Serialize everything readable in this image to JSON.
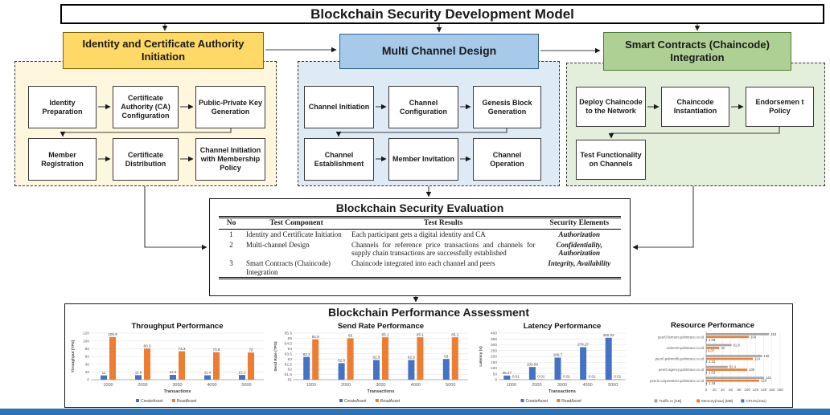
{
  "main_title": "Blockchain Security Development Model",
  "sections": [
    {
      "title": "Identity and Certificate Authority Initiation",
      "boxes": [
        "Identity Preparation",
        "Certificate Authority (CA) Configuration",
        "Public-Private Key Generation",
        "Member Registration",
        "Certificate Distribution",
        "Channel Initiation with Membership Policy"
      ]
    },
    {
      "title": "Multi Channel Design",
      "boxes": [
        "Channel Initiation",
        "Channel Configuration",
        "Genesis Block Generation",
        "Channel Establishment",
        "Member Invitation",
        "Channel Operation"
      ]
    },
    {
      "title": "Smart Contracts (Chaincode) Integration",
      "boxes": [
        "Deploy Chaincode to the Network",
        "Chaincode Instantiation",
        "Endorsemen t Policy",
        "Test Functionality on Channels"
      ]
    }
  ],
  "evaluation": {
    "title": "Blockchain Security Evaluation",
    "columns": [
      "No",
      "Test Component",
      "Test Results",
      "Security Elements"
    ],
    "rows": [
      {
        "no": "1",
        "component": "Identity and Certificate Initiation",
        "results": "Each participant gets a digital identity and CA",
        "elements": "Authorization"
      },
      {
        "no": "2",
        "component": "Multi-channel Design",
        "results": "Channels for reference price transactions and channels for supply chain transactions are successfully established",
        "elements": "Confidentiality, Authorization"
      },
      {
        "no": "3",
        "component": "Smart Contracts (Chaincode) Integration",
        "results": "Chaincode integrated into each channel and peers",
        "elements": "Integrity, Availability"
      }
    ]
  },
  "performance_title": "Blockchain Performance Assessment",
  "colors": {
    "create_asset": "#4472C4",
    "read_asset": "#ED7D31",
    "traffic": "#A5A5A5",
    "yellow_header": "#FFD966",
    "blue_header": "#A7C9EA",
    "green_header": "#AFD095",
    "bottom_strip": "#2E74B5"
  },
  "chart_data": [
    {
      "type": "bar",
      "title": "Throughput Performance",
      "xlabel": "Transactions",
      "ylabel": "Throughput (TPS)",
      "ylim": [
        0,
        120
      ],
      "ytick": 20,
      "categories": [
        "1000",
        "2000",
        "3000",
        "4000",
        "5000"
      ],
      "series": [
        {
          "name": "CreateAsset",
          "color": "#4472C4",
          "values": [
            11,
            11.8,
            12.4,
            11.4,
            12.1
          ]
        },
        {
          "name": "ReadAsset",
          "color": "#ED7D31",
          "values": [
            109.9,
            80.3,
            73.3,
            70.8,
            70
          ]
        }
      ],
      "legend_position": "bottom",
      "grid": true
    },
    {
      "type": "bar",
      "title": "Send Rate Performance",
      "xlabel": "Transactions",
      "ylabel": "Send Rate (TPS)",
      "ylim": [
        61,
        65.5
      ],
      "ytick": 0.5,
      "categories": [
        "1000",
        "2000",
        "3000",
        "4000",
        "5000"
      ],
      "series": [
        {
          "name": "CreateAsset",
          "color": "#4472C4",
          "values": [
            63.2,
            62.6,
            62.9,
            62.9,
            63
          ]
        },
        {
          "name": "ReadAsset",
          "color": "#ED7D31",
          "values": [
            64.9,
            65,
            65.1,
            65.1,
            65.1
          ]
        }
      ],
      "legend_position": "bottom",
      "grid": true
    },
    {
      "type": "bar",
      "title": "Latency Performance",
      "xlabel": "Transactions",
      "ylabel": "Latency (s)",
      "ylim": [
        0,
        400
      ],
      "ytick": 50,
      "categories": [
        "1000",
        "2000",
        "3000",
        "4000",
        "5000"
      ],
      "series": [
        {
          "name": "CreateAsset",
          "color": "#4472C4",
          "values": [
            35.47,
            109.08,
            189.7,
            279.27,
            360.02
          ]
        },
        {
          "name": "ReadAsset",
          "color": "#ED7D31",
          "values": [
            0.01,
            0.01,
            0.01,
            0.01,
            0.01
          ]
        }
      ],
      "legend_position": "bottom",
      "grid": true
    },
    {
      "type": "hbar",
      "title": "Resource Performance",
      "xlim": [
        0,
        180
      ],
      "xtick": 20,
      "categories": [
        "peer0.farmers.palmtrace.co.id",
        "orderer0.palmtrace.co.id",
        "peer0.palmmills.palmtrace.co.id",
        "peer0.agency.palmtrace.co.id",
        "peer0.cooperatives.palmtrace.co.id"
      ],
      "series": [
        {
          "name": "Traffic In [KB]",
          "color": "#A5A5A5",
          "values": [
            153,
            61.8,
            136,
            52.4,
            141
          ]
        },
        {
          "name": "Memory(max) [MB]",
          "color": "#ED7D31",
          "values": [
            104,
            32,
            114,
            100,
            129
          ]
        },
        {
          "name": "CPU%(max)",
          "color": "#4472C4",
          "values": [
            2.06,
            0.07,
            2.31,
            2.03,
            2.19
          ]
        }
      ],
      "legend_position": "bottom",
      "grid": true
    }
  ]
}
